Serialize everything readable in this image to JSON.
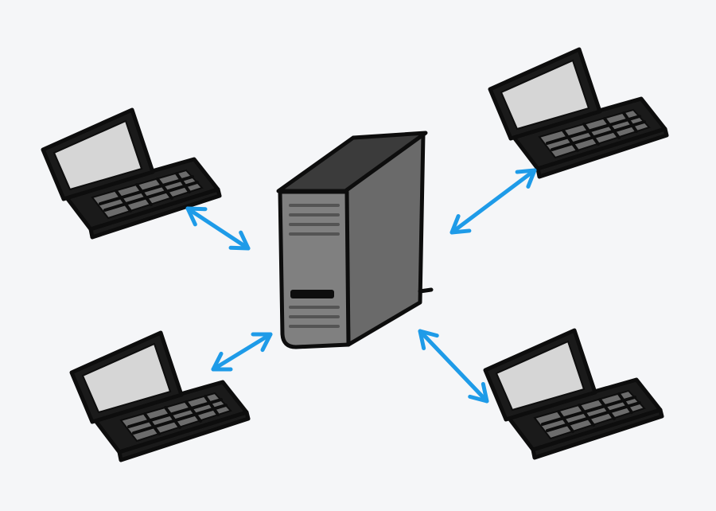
{
  "colors": {
    "background": "#f5f6f8",
    "outline": "#0d0d0d",
    "laptop_body": "#1a1a1a",
    "laptop_screen": "#d6d6d6",
    "laptop_keys": "#6c6c6c",
    "server_front": "#808080",
    "server_side": "#6a6a6a",
    "server_top": "#3b3b3b",
    "server_lines": "#545454",
    "arrow": "#1e9be8"
  },
  "diagram": {
    "nodes": [
      {
        "id": "server",
        "type": "server",
        "icon": "server-tower-icon"
      },
      {
        "id": "laptop-top-left",
        "type": "laptop",
        "icon": "laptop-icon"
      },
      {
        "id": "laptop-top-right",
        "type": "laptop",
        "icon": "laptop-icon"
      },
      {
        "id": "laptop-bottom-left",
        "type": "laptop",
        "icon": "laptop-icon"
      },
      {
        "id": "laptop-bottom-right",
        "type": "laptop",
        "icon": "laptop-icon"
      }
    ],
    "connections": [
      {
        "from": "server",
        "to": "laptop-top-left",
        "arrow": "bidirectional"
      },
      {
        "from": "server",
        "to": "laptop-top-right",
        "arrow": "bidirectional"
      },
      {
        "from": "server",
        "to": "laptop-bottom-left",
        "arrow": "bidirectional"
      },
      {
        "from": "server",
        "to": "laptop-bottom-right",
        "arrow": "bidirectional"
      }
    ]
  }
}
